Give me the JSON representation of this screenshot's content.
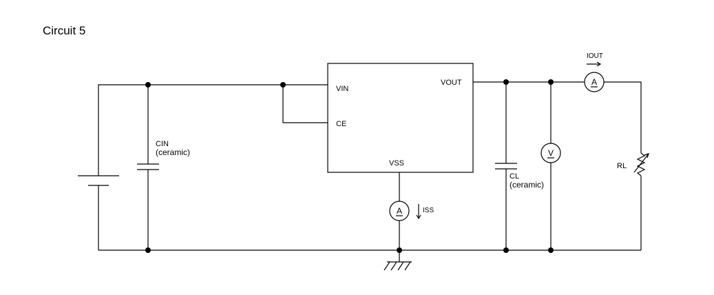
{
  "title": "Circuit 5",
  "labels": {
    "vin": "VIN",
    "ce": "CE",
    "vout": "VOUT",
    "vss": "VSS",
    "cin": "CIN",
    "cin_type": "(ceramic)",
    "cl": "CL",
    "cl_type": "(ceramic)",
    "rl": "RL",
    "iout": "IOUT",
    "iss": "ISS",
    "ammeter": "A",
    "voltmeter": "V"
  }
}
